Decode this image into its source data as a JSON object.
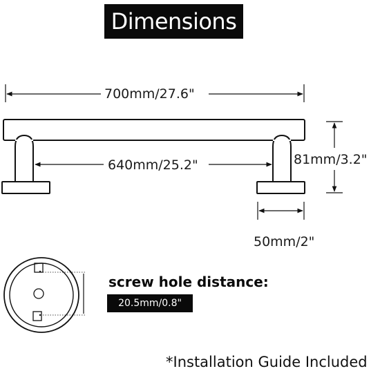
{
  "title": "Dimensions",
  "dimensions": {
    "overall_length": "700mm/27.6\"",
    "inner_length": "640mm/25.2\"",
    "height": "81mm/3.2\"",
    "base_width": "50mm/2\""
  },
  "screw_hole": {
    "heading": "screw hole distance:",
    "value": "20.5mm/0.8\""
  },
  "footnote": "*Installation Guide Included",
  "colors": {
    "ink": "#111111",
    "banner": "#0a0a0a",
    "banner_text": "#ffffff"
  }
}
